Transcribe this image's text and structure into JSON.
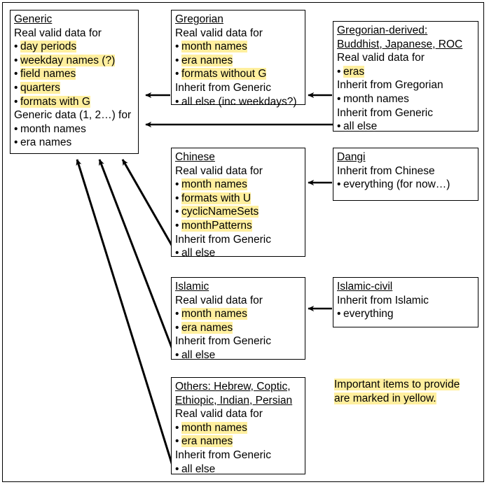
{
  "diagram": {
    "title_legend": {
      "line1": "Important items to provide",
      "line2": "are marked in yellow."
    },
    "nodes": [
      {
        "id": "generic",
        "title": "Generic",
        "lines": [
          {
            "text": "Real valid data for",
            "bullet": false,
            "highlight": false
          },
          {
            "text": "day periods",
            "bullet": true,
            "highlight": true
          },
          {
            "text": "weekday names (?)",
            "bullet": true,
            "highlight": true
          },
          {
            "text": "field names",
            "bullet": true,
            "highlight": true
          },
          {
            "text": "quarters",
            "bullet": true,
            "highlight": true
          },
          {
            "text": "formats with G",
            "bullet": true,
            "highlight": true
          },
          {
            "text": "Generic data (1, 2…) for",
            "bullet": false,
            "highlight": false
          },
          {
            "text": "month names",
            "bullet": true,
            "highlight": false
          },
          {
            "text": "era names",
            "bullet": true,
            "highlight": false
          }
        ]
      },
      {
        "id": "gregorian",
        "title": "Gregorian",
        "lines": [
          {
            "text": "Real valid data for",
            "bullet": false,
            "highlight": false
          },
          {
            "text": "month names",
            "bullet": true,
            "highlight": true
          },
          {
            "text": "era names",
            "bullet": true,
            "highlight": true
          },
          {
            "text": "formats without G",
            "bullet": true,
            "highlight": true
          },
          {
            "text": "Inherit from Generic",
            "bullet": false,
            "highlight": false
          },
          {
            "text": "all else (inc weekdays?)",
            "bullet": true,
            "highlight": false
          }
        ]
      },
      {
        "id": "gregorian-derived",
        "title": "Gregorian-derived:",
        "title2": "Buddhist, Japanese, ROC",
        "lines": [
          {
            "text": "Real valid data for",
            "bullet": false,
            "highlight": false
          },
          {
            "text": "eras",
            "bullet": true,
            "highlight": true
          },
          {
            "text": "Inherit from Gregorian",
            "bullet": false,
            "highlight": false
          },
          {
            "text": "month names",
            "bullet": true,
            "highlight": false
          },
          {
            "text": "Inherit from Generic",
            "bullet": false,
            "highlight": false
          },
          {
            "text": "all else",
            "bullet": true,
            "highlight": false
          }
        ]
      },
      {
        "id": "chinese",
        "title": "Chinese",
        "lines": [
          {
            "text": "Real valid data for",
            "bullet": false,
            "highlight": false
          },
          {
            "text": "month names",
            "bullet": true,
            "highlight": true
          },
          {
            "text": "formats with U",
            "bullet": true,
            "highlight": true
          },
          {
            "text": "cyclicNameSets",
            "bullet": true,
            "highlight": true
          },
          {
            "text": "monthPatterns",
            "bullet": true,
            "highlight": true
          },
          {
            "text": "Inherit from Generic",
            "bullet": false,
            "highlight": false
          },
          {
            "text": "all else",
            "bullet": true,
            "highlight": false
          }
        ]
      },
      {
        "id": "dangi",
        "title": "Dangi",
        "lines": [
          {
            "text": "Inherit from Chinese",
            "bullet": false,
            "highlight": false
          },
          {
            "text": "everything (for now…)",
            "bullet": true,
            "highlight": false
          }
        ]
      },
      {
        "id": "islamic",
        "title": "Islamic",
        "lines": [
          {
            "text": "Real valid data for",
            "bullet": false,
            "highlight": false
          },
          {
            "text": "month names",
            "bullet": true,
            "highlight": true
          },
          {
            "text": "era names",
            "bullet": true,
            "highlight": true
          },
          {
            "text": "Inherit from Generic",
            "bullet": false,
            "highlight": false
          },
          {
            "text": "all else",
            "bullet": true,
            "highlight": false
          }
        ]
      },
      {
        "id": "islamic-civil",
        "title": "Islamic-civil",
        "lines": [
          {
            "text": "Inherit from Islamic",
            "bullet": false,
            "highlight": false
          },
          {
            "text": "everything",
            "bullet": true,
            "highlight": false
          }
        ]
      },
      {
        "id": "others",
        "title": "Others: Hebrew, Coptic,",
        "title2": "Ethiopic, Indian, Persian",
        "lines": [
          {
            "text": "Real valid data for",
            "bullet": false,
            "highlight": false
          },
          {
            "text": "month names",
            "bullet": true,
            "highlight": true
          },
          {
            "text": "era names",
            "bullet": true,
            "highlight": true
          },
          {
            "text": "Inherit from Generic",
            "bullet": false,
            "highlight": false
          },
          {
            "text": "all else",
            "bullet": true,
            "highlight": false
          }
        ]
      }
    ],
    "edges": [
      {
        "from": "gregorian",
        "to": "generic",
        "kind": "inherits"
      },
      {
        "from": "gregorian-derived",
        "to": "gregorian",
        "kind": "inherits"
      },
      {
        "from": "gregorian-derived",
        "to": "generic",
        "kind": "inherits"
      },
      {
        "from": "chinese",
        "to": "generic",
        "kind": "inherits"
      },
      {
        "from": "dangi",
        "to": "chinese",
        "kind": "inherits"
      },
      {
        "from": "islamic",
        "to": "generic",
        "kind": "inherits"
      },
      {
        "from": "islamic-civil",
        "to": "islamic",
        "kind": "inherits"
      },
      {
        "from": "others",
        "to": "generic",
        "kind": "inherits"
      }
    ],
    "colors": {
      "highlight": "#ffef9e",
      "stroke": "#000000",
      "background": "#ffffff"
    }
  }
}
